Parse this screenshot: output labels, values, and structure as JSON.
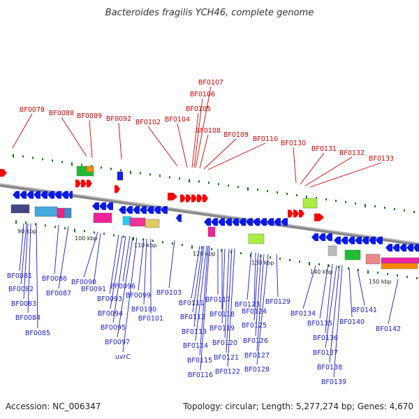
{
  "title": "Bacteroides fragilis YCH46, complete genome",
  "footer": {
    "accession": "Accession: NC_006347",
    "topology": "Topology: circular; Length: 5,277,274 bp; Genes: 4,670"
  },
  "tick_labels": [
    "90 kbp",
    "100 kbp",
    "110 kbp",
    "120 kbp",
    "130 kbp",
    "140 kbp",
    "150 kbp"
  ],
  "top_labels": [
    "BF0078",
    "BF0088",
    "BF0089",
    "BF0092",
    "BF0102",
    "BF0104",
    "BF0105",
    "BF0106",
    "BF0107",
    "BF0108",
    "BF0109",
    "BF0110",
    "BF0130",
    "BF0131",
    "BF0132",
    "BF0133"
  ],
  "bottom_labels": [
    "BF0081",
    "BF0082",
    "BF0083",
    "BF0084",
    "BF0085",
    "BF0086",
    "BF0087",
    "BF0090",
    "BF0091",
    "BF0093",
    "BF0094",
    "BF0095",
    "BF0096",
    "BF0097",
    "uvrC",
    "BF0099",
    "BF0100",
    "BF0101",
    "BF0103",
    "BF0111",
    "BF0112",
    "BF0113",
    "BF0114",
    "BF0115",
    "BF0116",
    "BF0117",
    "BF0118",
    "BF0119",
    "BF0120",
    "BF0121",
    "BF0122",
    "BF0123",
    "BF0124",
    "BF0125",
    "BF0126",
    "BF0127",
    "BF0128",
    "BF0129",
    "BF0134",
    "BF0135",
    "BF0136",
    "BF0137",
    "BF0138",
    "BF0139",
    "BF0140",
    "BF0141",
    "BF0142"
  ],
  "colors": {
    "forward_gene": "#ff0000",
    "reverse_gene": "#0a1ae6",
    "backbone": "#888888",
    "tick_mark": "#117711",
    "top_label": "#cc0000",
    "bottom_label": "#1a1acc"
  }
}
